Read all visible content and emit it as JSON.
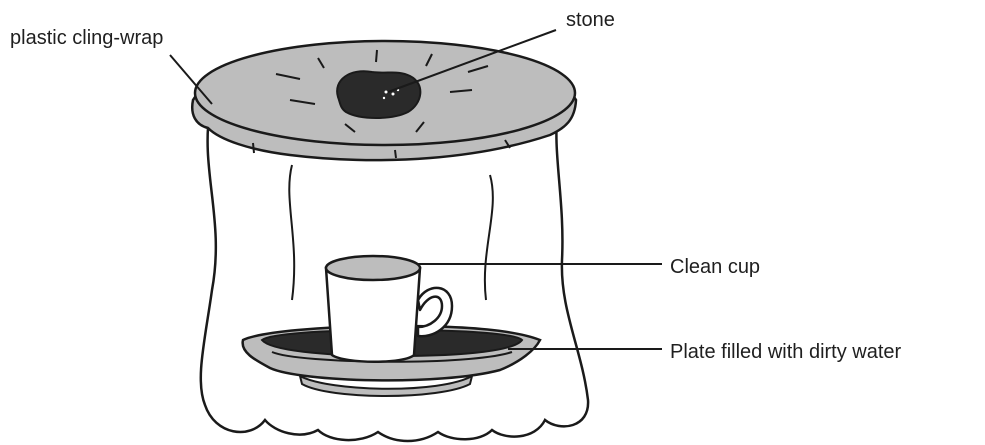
{
  "labels": {
    "cling_wrap": "plastic cling-wrap",
    "stone": "stone",
    "clean_cup": "Clean cup",
    "plate": "Plate filled with dirty water"
  },
  "colors": {
    "outline": "#1a1a1a",
    "wrap_fill": "#bdbdbd",
    "plate_fill": "#bdbdbd",
    "water_fill": "#2a2a2a",
    "stone_fill": "#2a2a2a",
    "container_fill": "#ffffff"
  }
}
